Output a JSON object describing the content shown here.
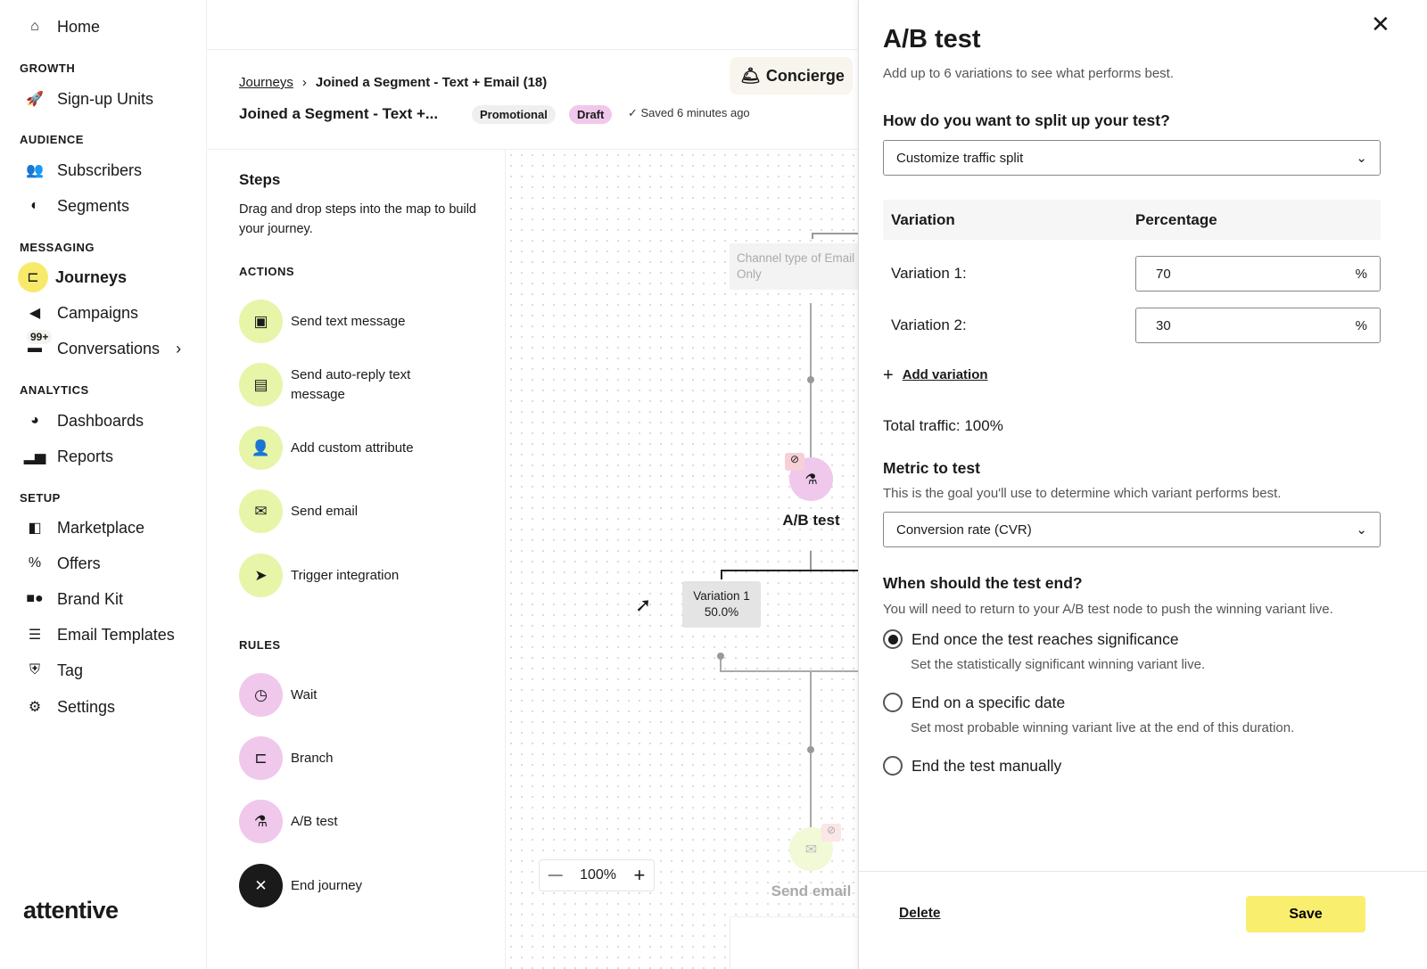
{
  "sidebar": {
    "home": "Home",
    "sections": {
      "growth": "GROWTH",
      "audience": "AUDIENCE",
      "messaging": "MESSAGING",
      "analytics": "ANALYTICS",
      "setup": "SETUP"
    },
    "items": [
      {
        "label": "Sign-up Units",
        "icon": "rocket"
      },
      {
        "label": "Subscribers",
        "icon": "users"
      },
      {
        "label": "Segments",
        "icon": "segment"
      },
      {
        "label": "Journeys",
        "icon": "journey",
        "active": true
      },
      {
        "label": "Campaigns",
        "icon": "megaphone"
      },
      {
        "label": "Conversations",
        "icon": "chat"
      },
      {
        "label": "Dashboards",
        "icon": "pie"
      },
      {
        "label": "Reports",
        "icon": "bar-chart"
      },
      {
        "label": "Marketplace",
        "icon": "marketplace"
      },
      {
        "label": "Offers",
        "icon": "percent"
      },
      {
        "label": "Brand Kit",
        "icon": "shapes"
      },
      {
        "label": "Email Templates",
        "icon": "template"
      },
      {
        "label": "Tag",
        "icon": "tag"
      },
      {
        "label": "Settings",
        "icon": "gear"
      }
    ],
    "conversations_badge": "99+",
    "logo": "attentive"
  },
  "header": {
    "breadcrumb_root": "Journeys",
    "breadcrumb_current": "Joined a Segment - Text + Email (18)",
    "title": "Joined a Segment - Text +...",
    "tag_promotional": "Promotional",
    "tag_draft": "Draft",
    "saved": "Saved 6 minutes ago",
    "concierge": "Concierge"
  },
  "steps": {
    "title": "Steps",
    "description": "Drag and drop steps into the map to build your journey.",
    "actions_label": "ACTIONS",
    "actions": [
      "Send text message",
      "Send auto-reply text message",
      "Add custom attribute",
      "Send email",
      "Trigger integration"
    ],
    "rules_label": "RULES",
    "rules": [
      "Wait",
      "Branch",
      "A/B test",
      "End journey"
    ]
  },
  "canvas": {
    "condition": "Channel type of Email Only",
    "ab_node": "A/B test",
    "variation_label": "Variation 1",
    "variation_pct": "50.0%",
    "email_node": "Send email",
    "zoom": "100%"
  },
  "panel": {
    "title": "A/B test",
    "subtitle": "Add up to 6 variations to see what performs best.",
    "split_q": "How do you want to split up your test?",
    "split_value": "Customize traffic split",
    "col_variation": "Variation",
    "col_percentage": "Percentage",
    "variations": [
      {
        "label": "Variation 1:",
        "value": "70"
      },
      {
        "label": "Variation 2:",
        "value": "30"
      }
    ],
    "pct_suffix": "%",
    "add_variation": "Add variation",
    "total": "Total traffic: 100%",
    "metric_h": "Metric to test",
    "metric_sub": "This is the goal you'll use to determine which variant performs best.",
    "metric_value": "Conversion rate (CVR)",
    "end_h": "When should the test end?",
    "end_sub": "You will need to return to your A/B test node to push the winning variant live.",
    "options": [
      {
        "label": "End once the test reaches significance",
        "desc": "Set the statistically significant winning variant live.",
        "selected": true
      },
      {
        "label": "End on a specific date",
        "desc": "Set most probable winning variant live at the end of this duration.",
        "selected": false
      },
      {
        "label": "End the test manually",
        "desc": "",
        "selected": false
      }
    ],
    "delete": "Delete",
    "save": "Save"
  },
  "colors": {
    "accent": "#f9ee6e",
    "lime": "#e6f5a8",
    "pink": "#efc8ec"
  }
}
